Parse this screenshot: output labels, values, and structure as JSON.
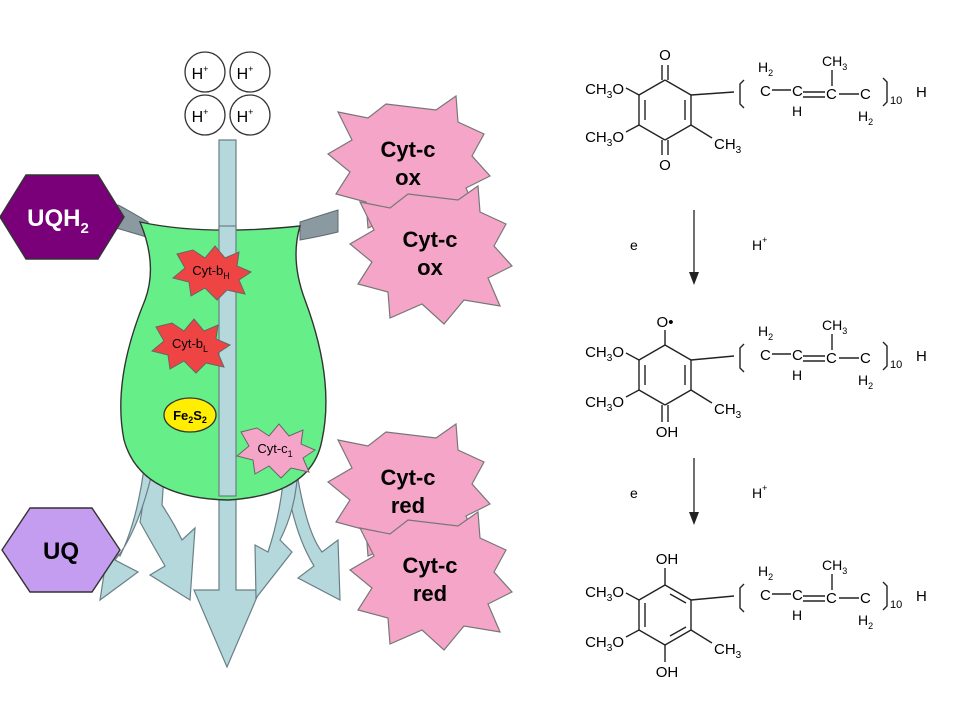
{
  "colors": {
    "complex_body": "#66ee88",
    "cyt_c": "#f5a6c8",
    "cyt_b": "#ee4444",
    "fe2s2": "#ffee00",
    "uqh2": "#7a007a",
    "uq": "#c49cf0",
    "arrow": "#b4d8dc",
    "proton_fill": "#ffffff"
  },
  "protons": [
    {
      "base": "H",
      "sup": "+"
    },
    {
      "base": "H",
      "sup": "+"
    },
    {
      "base": "H",
      "sup": "+"
    },
    {
      "base": "H",
      "sup": "+"
    }
  ],
  "hexagons": {
    "uqh2": {
      "base": "UQH",
      "sub": "2"
    },
    "uq": {
      "label": "UQ"
    }
  },
  "complex": {
    "cyt_bh": {
      "base": "Cyt-b",
      "sub": "H"
    },
    "cyt_bl": {
      "base": "Cyt-b",
      "sub": "L"
    },
    "fe2s2": {
      "p1": "Fe",
      "s1": "2",
      "p2": "S",
      "s2": "2"
    },
    "cyt_c1": {
      "base": "Cyt-c",
      "sub": "1"
    }
  },
  "cytc_blobs": [
    {
      "line1": "Cyt-c",
      "line2": "ox"
    },
    {
      "line1": "Cyt-c",
      "line2": "ox"
    },
    {
      "line1": "Cyt-c",
      "line2": "red"
    },
    {
      "line1": "Cyt-c",
      "line2": "red"
    }
  ],
  "chemistry": {
    "methoxy": {
      "p1": "CH",
      "s1": "3",
      "p2": "O"
    },
    "methyl": {
      "p1": "CH",
      "s1": "3"
    },
    "tail": {
      "h2": "H",
      "h2s": "2",
      "c": "C",
      "h": "H",
      "ch3": "CH",
      "ch3s": "3",
      "n": "10",
      "end": "H"
    },
    "o": "O",
    "oh": "OH",
    "radical": "O•",
    "step_e": "e",
    "step_h": {
      "base": "H",
      "sup": "+"
    }
  }
}
